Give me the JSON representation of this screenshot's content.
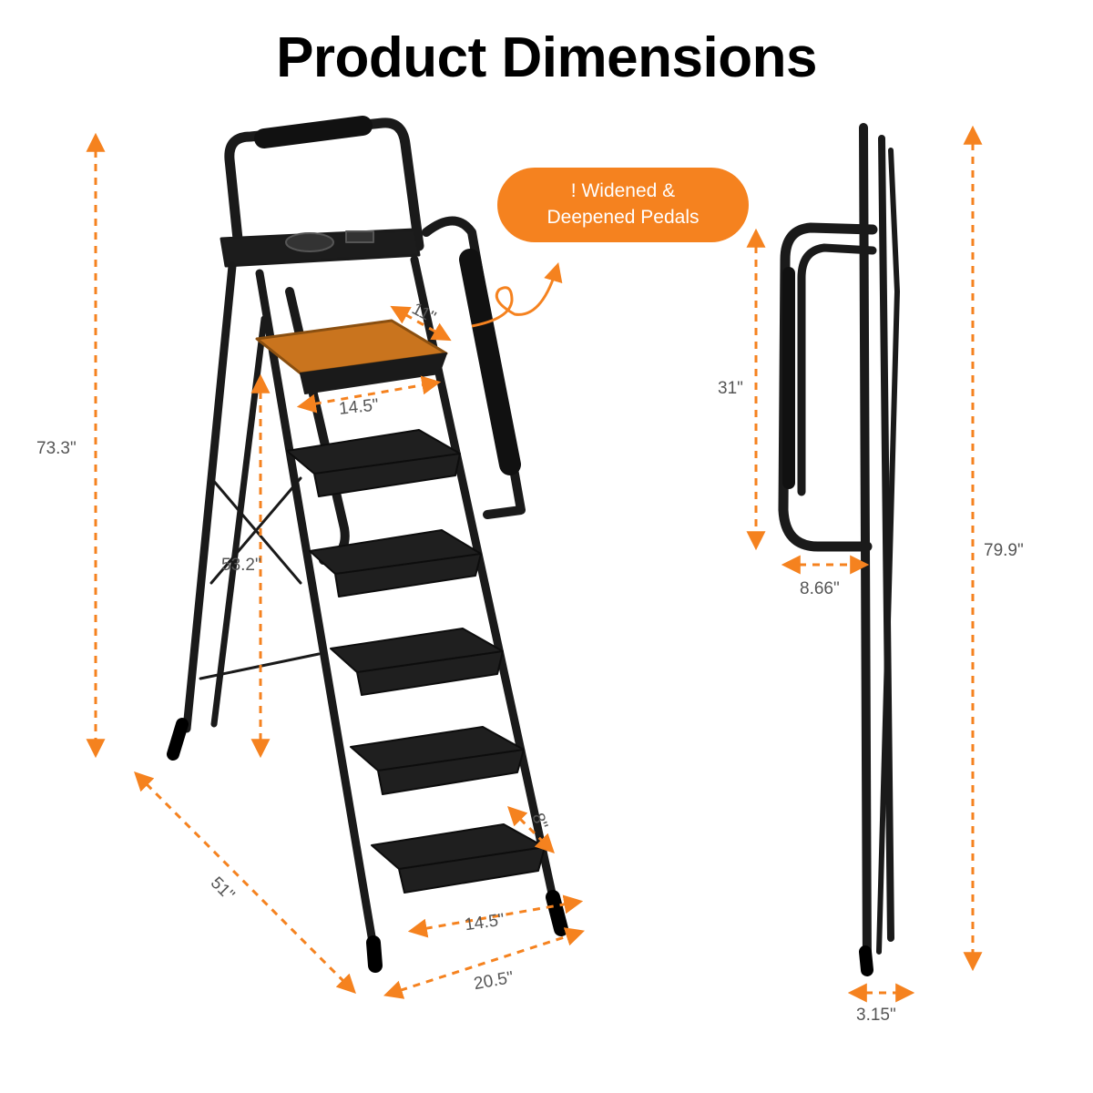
{
  "title": "Product Dimensions",
  "accent_color": "#F5821F",
  "callout": {
    "line1": "! Widened &",
    "line2": "Deepened Pedals"
  },
  "dimensions": {
    "total_height": "73.3\"",
    "platform_height": "53.2\"",
    "platform_depth": "11\"",
    "platform_width": "14.5\"",
    "step_width": "14.5\"",
    "step_depth": "8\"",
    "base_width": "20.5\"",
    "base_depth": "51\"",
    "folded_handrail_height": "31\"",
    "folded_handrail_depth": "8.66\"",
    "folded_height": "79.9\"",
    "folded_thickness": "3.15\""
  }
}
